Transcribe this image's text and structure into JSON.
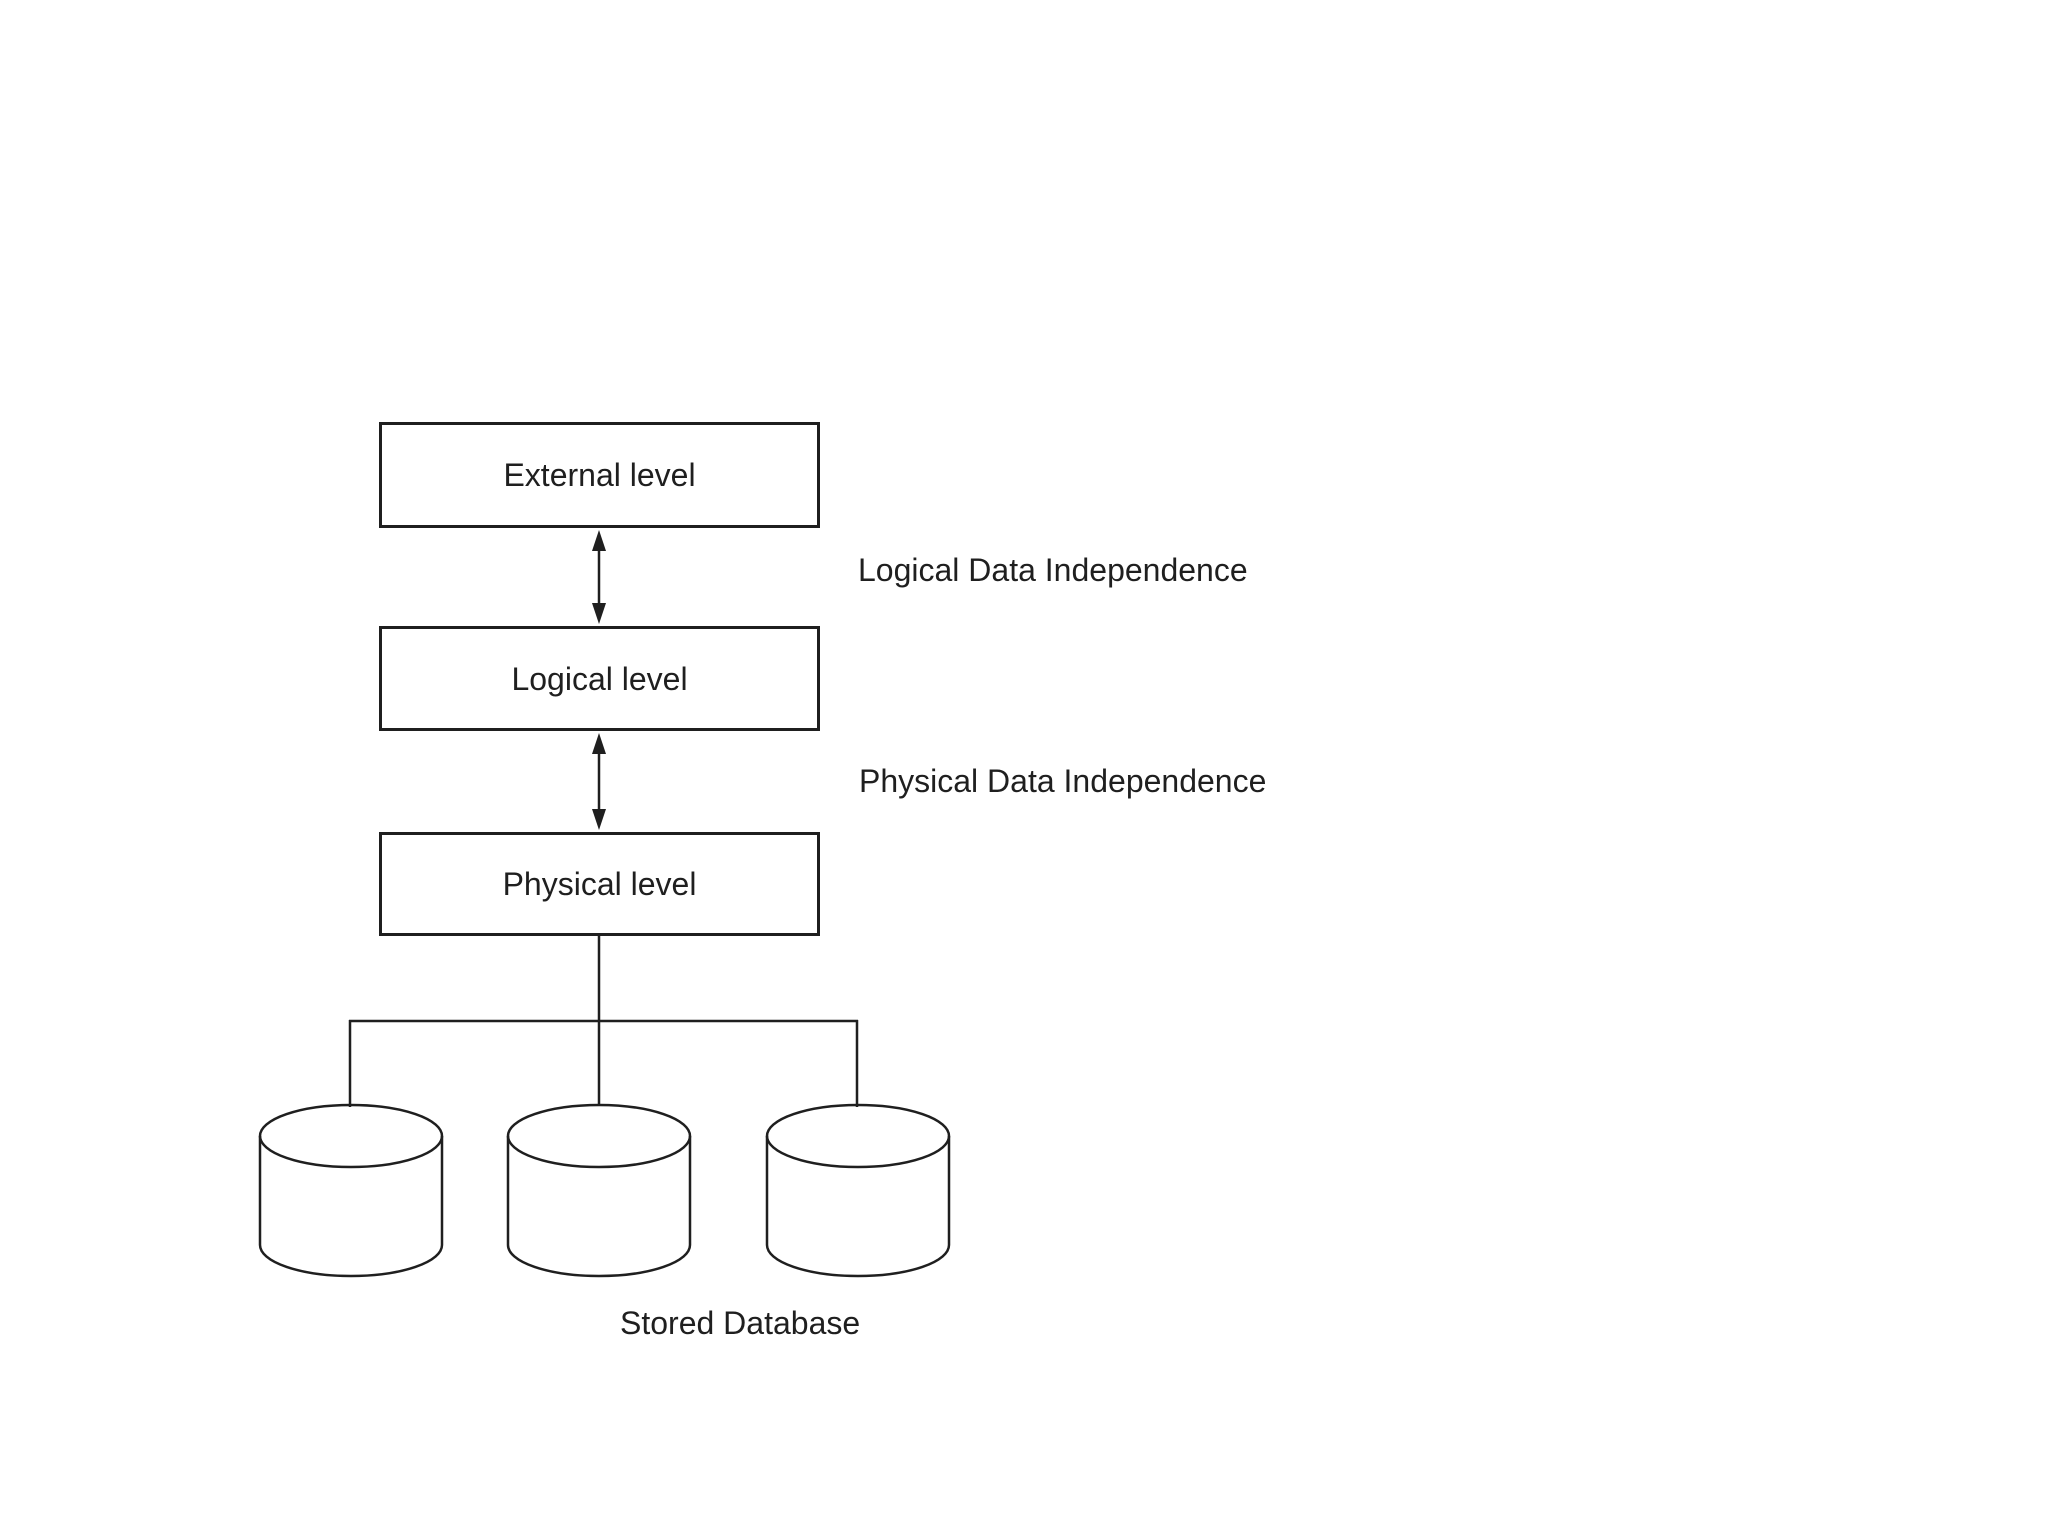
{
  "canvas": {
    "background_color": "#ffffff",
    "line_color": "#1f1f1f",
    "text_color": "#1f1f1f"
  },
  "diagram": {
    "levels": [
      {
        "id": "external",
        "label": "External level"
      },
      {
        "id": "logical",
        "label": "Logical level"
      },
      {
        "id": "physical",
        "label": "Physical level"
      }
    ],
    "relations": [
      {
        "from": "External level",
        "to": "Logical level",
        "arrow": "double-headed",
        "label": "Logical Data Independence"
      },
      {
        "from": "Logical level",
        "to": "Physical level",
        "arrow": "double-headed",
        "label": "Physical Data Independence"
      }
    ],
    "storage": {
      "label": "Stored Database",
      "cylinder_count": 3
    }
  }
}
